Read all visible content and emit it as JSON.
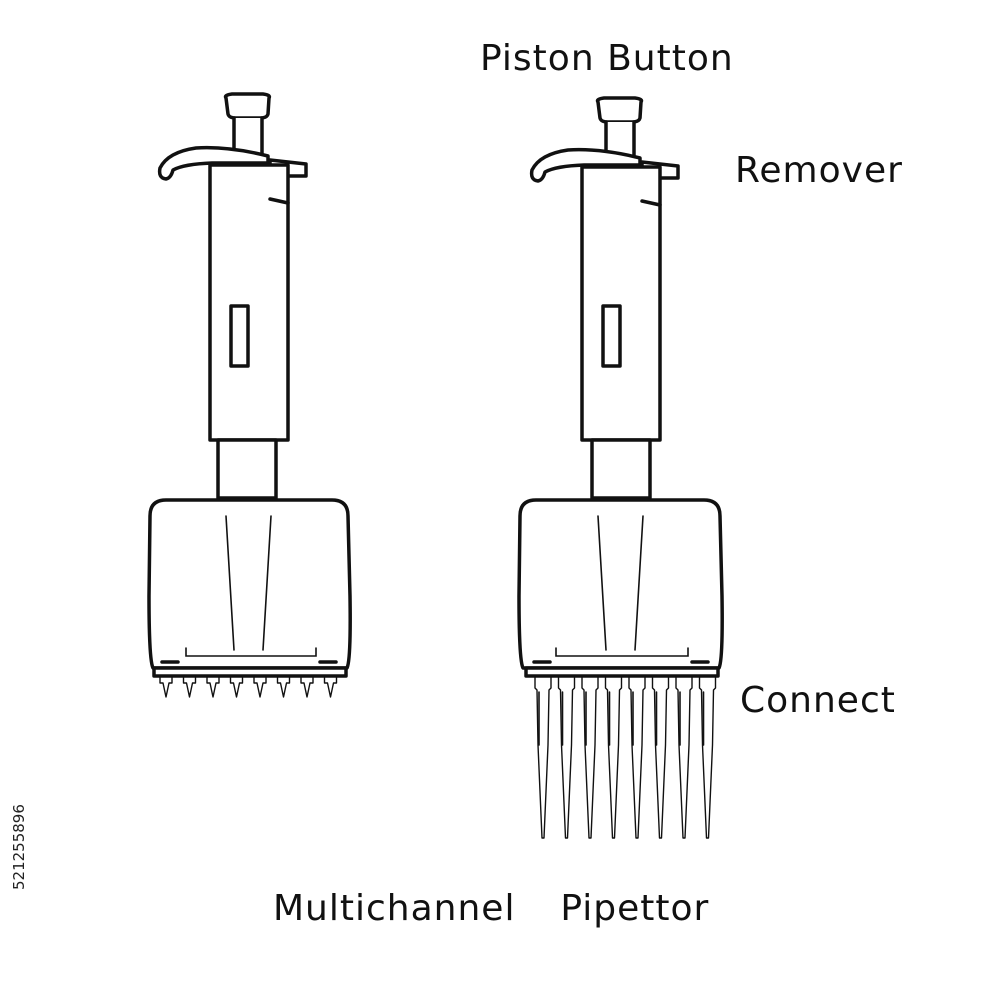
{
  "labels": {
    "piston_button": "Piston Button",
    "remover": "Remover",
    "connect": "Connect",
    "title": "Multichannel  Pipettor"
  },
  "watermark": {
    "stock_id": "521255896"
  },
  "diagram": {
    "pipettes": [
      {
        "name": "pipettor-without-tips",
        "tips_attached": false,
        "channels": 8
      },
      {
        "name": "pipettor-with-tips",
        "tips_attached": true,
        "channels": 8
      }
    ],
    "line_color": "#111111",
    "background": "#ffffff"
  }
}
